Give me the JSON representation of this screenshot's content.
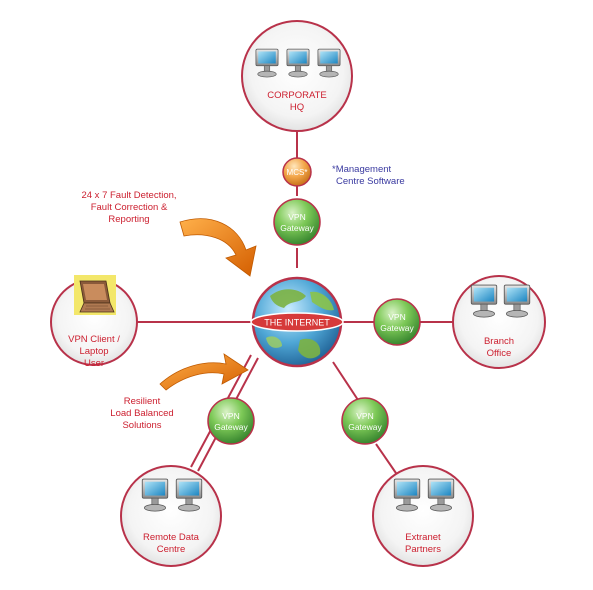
{
  "diagram": {
    "corporate_hq": {
      "line1": "CORPORATE",
      "line2": "HQ"
    },
    "mcs": {
      "label": "MCS*",
      "note_line1": "*Management",
      "note_line2": "Centre Software"
    },
    "gateway_top": {
      "line1": "VPN",
      "line2": "Gateway"
    },
    "gateway_right": {
      "line1": "VPN",
      "line2": "Gateway"
    },
    "gateway_bottom_left": {
      "line1": "VPN",
      "line2": "Gateway"
    },
    "gateway_bottom_right": {
      "line1": "VPN",
      "line2": "Gateway"
    },
    "internet": {
      "label": "THE INTERNET"
    },
    "fault_note": {
      "line1": "24 x 7 Fault Detection,",
      "line2": "Fault Correction &",
      "line3": "Reporting"
    },
    "resilient_note": {
      "line1": "Resilient",
      "line2": "Load Balanced",
      "line3": "Solutions"
    },
    "vpn_client": {
      "line1": "VPN Client /",
      "line2": "Laptop",
      "line3": "User"
    },
    "branch_office": {
      "line1": "Branch",
      "line2": "Office"
    },
    "remote_data_centre": {
      "line1": "Remote Data",
      "line2": "Centre"
    },
    "extranet_partners": {
      "line1": "Extranet",
      "line2": "Partners"
    }
  },
  "colors": {
    "node_outline": "#b8324a",
    "connector": "#b8324a",
    "label_text": "#cc2030",
    "note_text": "#3a3aa0",
    "gateway_fill": "#6fbf4a",
    "mcs_fill": "#f0a040",
    "arrow_fill": "#ee7a10",
    "monitor_screen": "#2fa6d8",
    "laptop_background": "#f3e76a"
  },
  "icons": [
    "monitor-icon",
    "laptop-icon",
    "globe-icon",
    "curved-arrow-icon"
  ]
}
